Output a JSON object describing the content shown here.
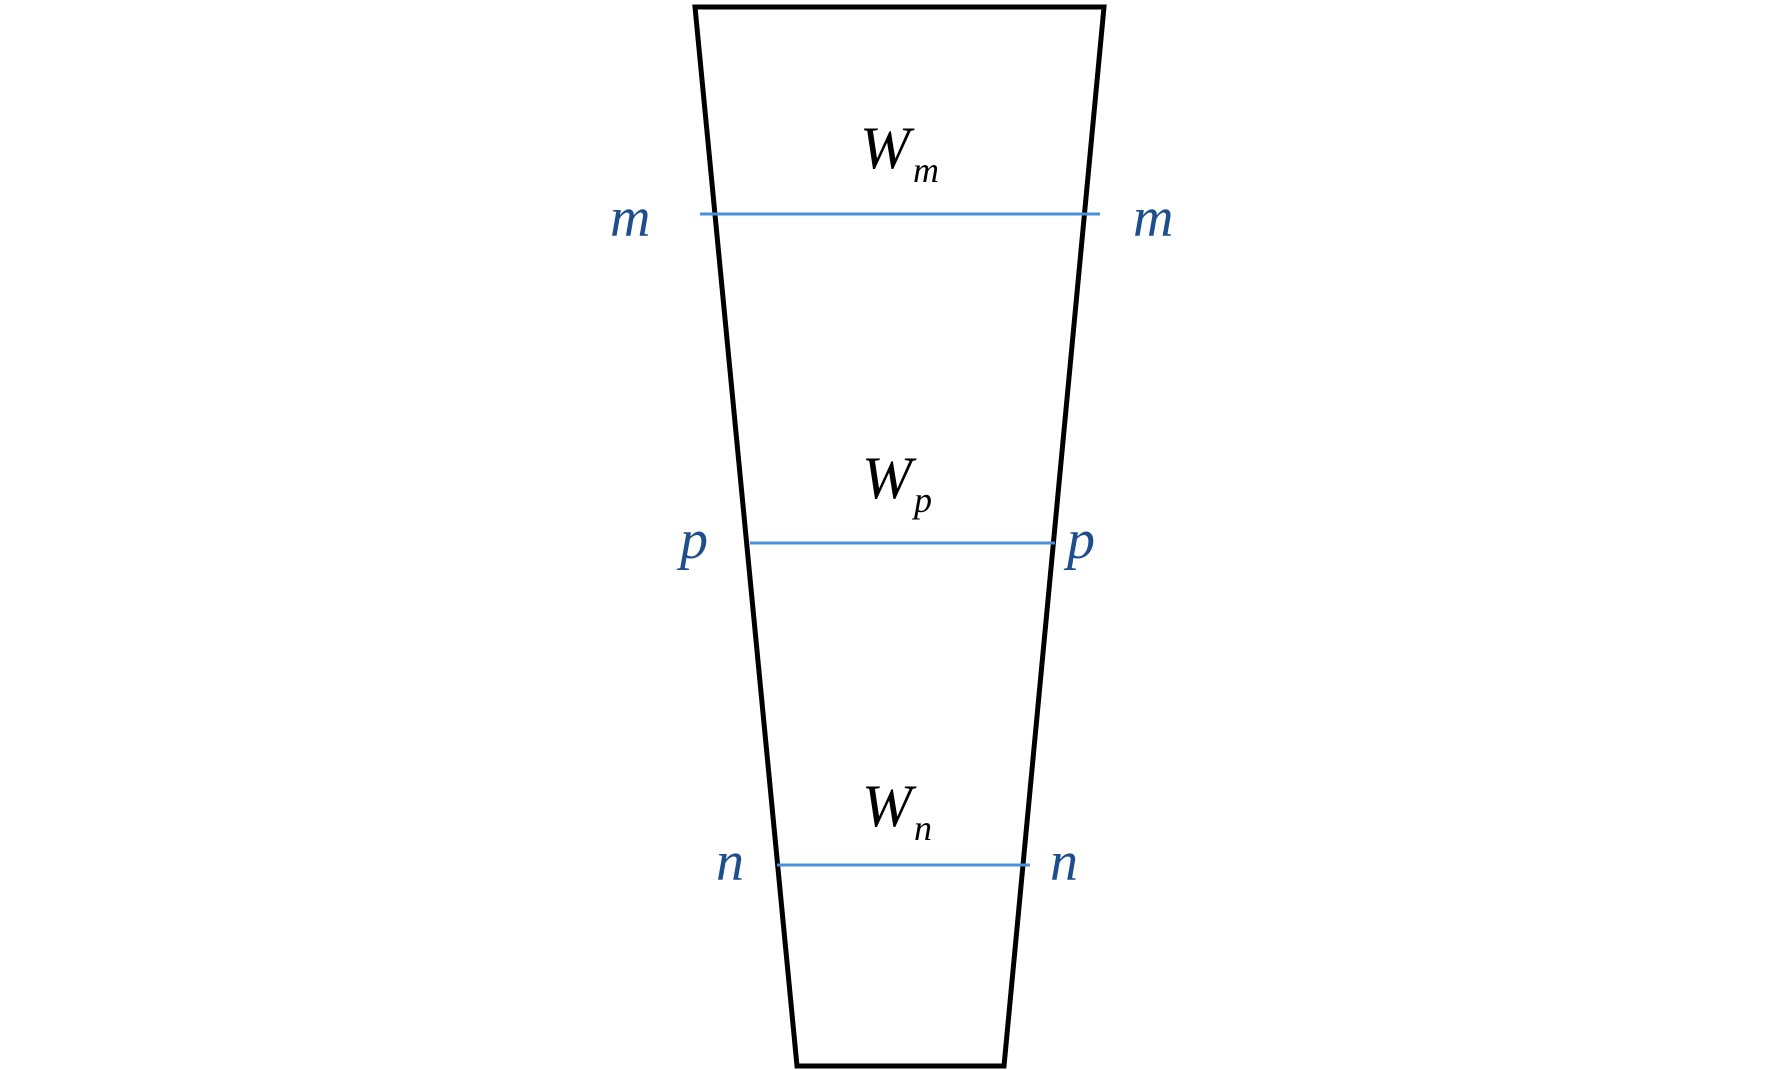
{
  "colors": {
    "outline": "#000000",
    "section_line": "#4a90d9",
    "section_label": "#1f4e8c",
    "text": "#000000"
  },
  "sections": [
    {
      "key": "m",
      "weight_symbol": "W",
      "weight_subscript": "m",
      "left_label": "m",
      "right_label": "m"
    },
    {
      "key": "p",
      "weight_symbol": "W",
      "weight_subscript": "p",
      "left_label": "p",
      "right_label": "p"
    },
    {
      "key": "n",
      "weight_symbol": "W",
      "weight_subscript": "n",
      "left_label": "n",
      "right_label": "n"
    }
  ]
}
